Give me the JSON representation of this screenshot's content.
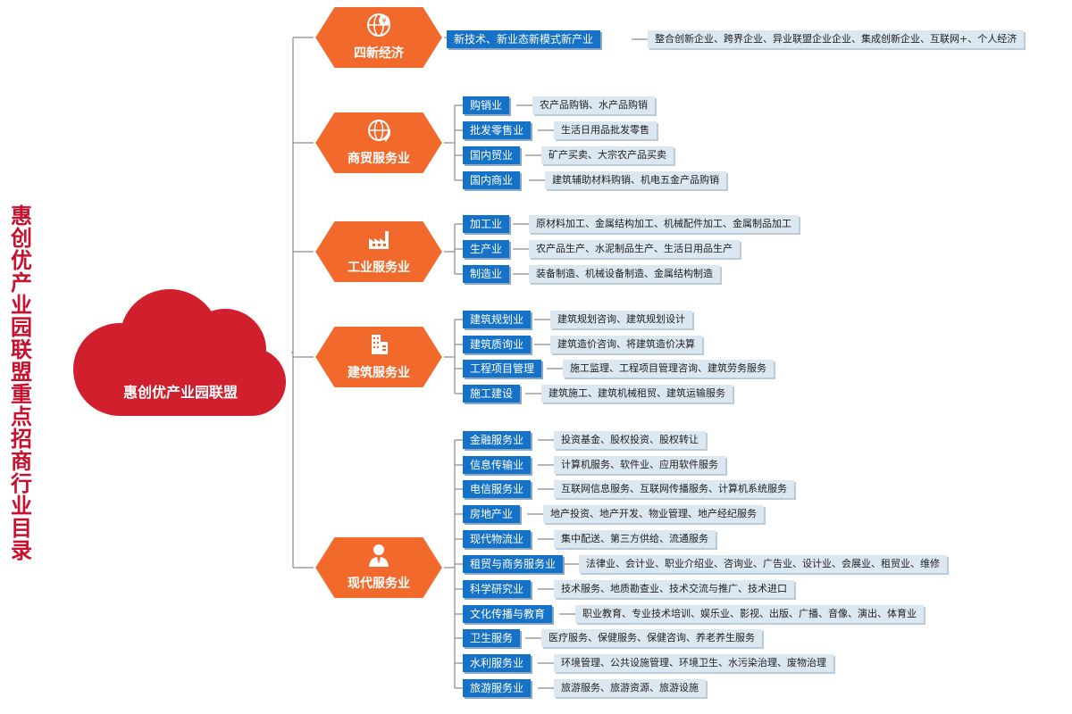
{
  "title": "惠创优产业园联盟重点招商行业目录",
  "center": {
    "label": "惠创优产业园联盟"
  },
  "colors": {
    "title_red": "#c8102e",
    "cloud_red": "#d21f2d",
    "hex_orange": "#f2692c",
    "sub_blue": "#1672c7",
    "detail_bg": "#dbe7f1",
    "line_gray": "#8a8a8a"
  },
  "categories": [
    {
      "label": "四新经济",
      "icon": "globe-yen-icon",
      "items": [
        {
          "label": "新技术、新业态新模式新产业",
          "detail": "整合创新企业、跨界企业、异业联盟企业企业、集成创新企业、互联网+、个人经济"
        }
      ]
    },
    {
      "label": "商贸服务业",
      "icon": "globe-arrow-icon",
      "items": [
        {
          "label": "购销业",
          "detail": "农产品购销、水产品购销"
        },
        {
          "label": "批发零售业",
          "detail": "生活日用品批发零售"
        },
        {
          "label": "国内贸业",
          "detail": "矿产买卖、大宗农产品买卖"
        },
        {
          "label": "国内商业",
          "detail": "建筑辅助材料购销、机电五金产品购销"
        }
      ]
    },
    {
      "label": "工业服务业",
      "icon": "factory-icon",
      "items": [
        {
          "label": "加工业",
          "detail": "原材料加工、金属结构加工、机械配件加工、金属制品加工"
        },
        {
          "label": "生产业",
          "detail": "农产品生产、水泥制品生产、生活日用品生产"
        },
        {
          "label": "制造业",
          "detail": "装备制造、机械设备制造、金属结构制造"
        }
      ]
    },
    {
      "label": "建筑服务业",
      "icon": "building-icon",
      "items": [
        {
          "label": "建筑规划业",
          "detail": "建筑规划咨询、建筑规划设计"
        },
        {
          "label": "建筑质询业",
          "detail": "建筑造价咨询、将建筑造价决算"
        },
        {
          "label": "工程项目管理",
          "detail": "施工监理、工程项目管理咨询、建筑劳务服务"
        },
        {
          "label": "施工建设",
          "detail": "建筑施工、建筑机械租贸、建筑运输服务"
        }
      ]
    },
    {
      "label": "现代服务业",
      "icon": "person-icon",
      "items": [
        {
          "label": "金融服务业",
          "detail": "投资基金、股权投资、股权转让"
        },
        {
          "label": "信息传输业",
          "detail": "计算机服务、软件业、应用软件服务"
        },
        {
          "label": "电信服务业",
          "detail": "互联网信息服务、互联网传播服务、计算机系统服务"
        },
        {
          "label": "房地产业",
          "detail": "地产投资、地产开发、物业管理、地产经纪服务"
        },
        {
          "label": "现代物流业",
          "detail": "集中配送、第三方供给、流通服务"
        },
        {
          "label": "租贸与商务服务业",
          "detail": "法律业、会计业、职业介绍业、咨询业、广告业、设计业、会展业、租贸业、维修"
        },
        {
          "label": "科学研究业",
          "detail": "技术服务、地质勘查业、技术交流与推广、技术进口"
        },
        {
          "label": "文化传播与教育",
          "detail": "职业教育、专业技术培训、娱乐业、影视、出版、广播、音像、演出、体育业"
        },
        {
          "label": "卫生服务",
          "detail": "医疗服务、保健服务、保健咨询、养老养生服务"
        },
        {
          "label": "水利服务业",
          "detail": "环境管理、公共设施管理、环境卫生、水污染治理、废物治理"
        },
        {
          "label": "旅游服务业",
          "detail": "旅游服务、旅游资源、旅游设施"
        }
      ]
    }
  ]
}
